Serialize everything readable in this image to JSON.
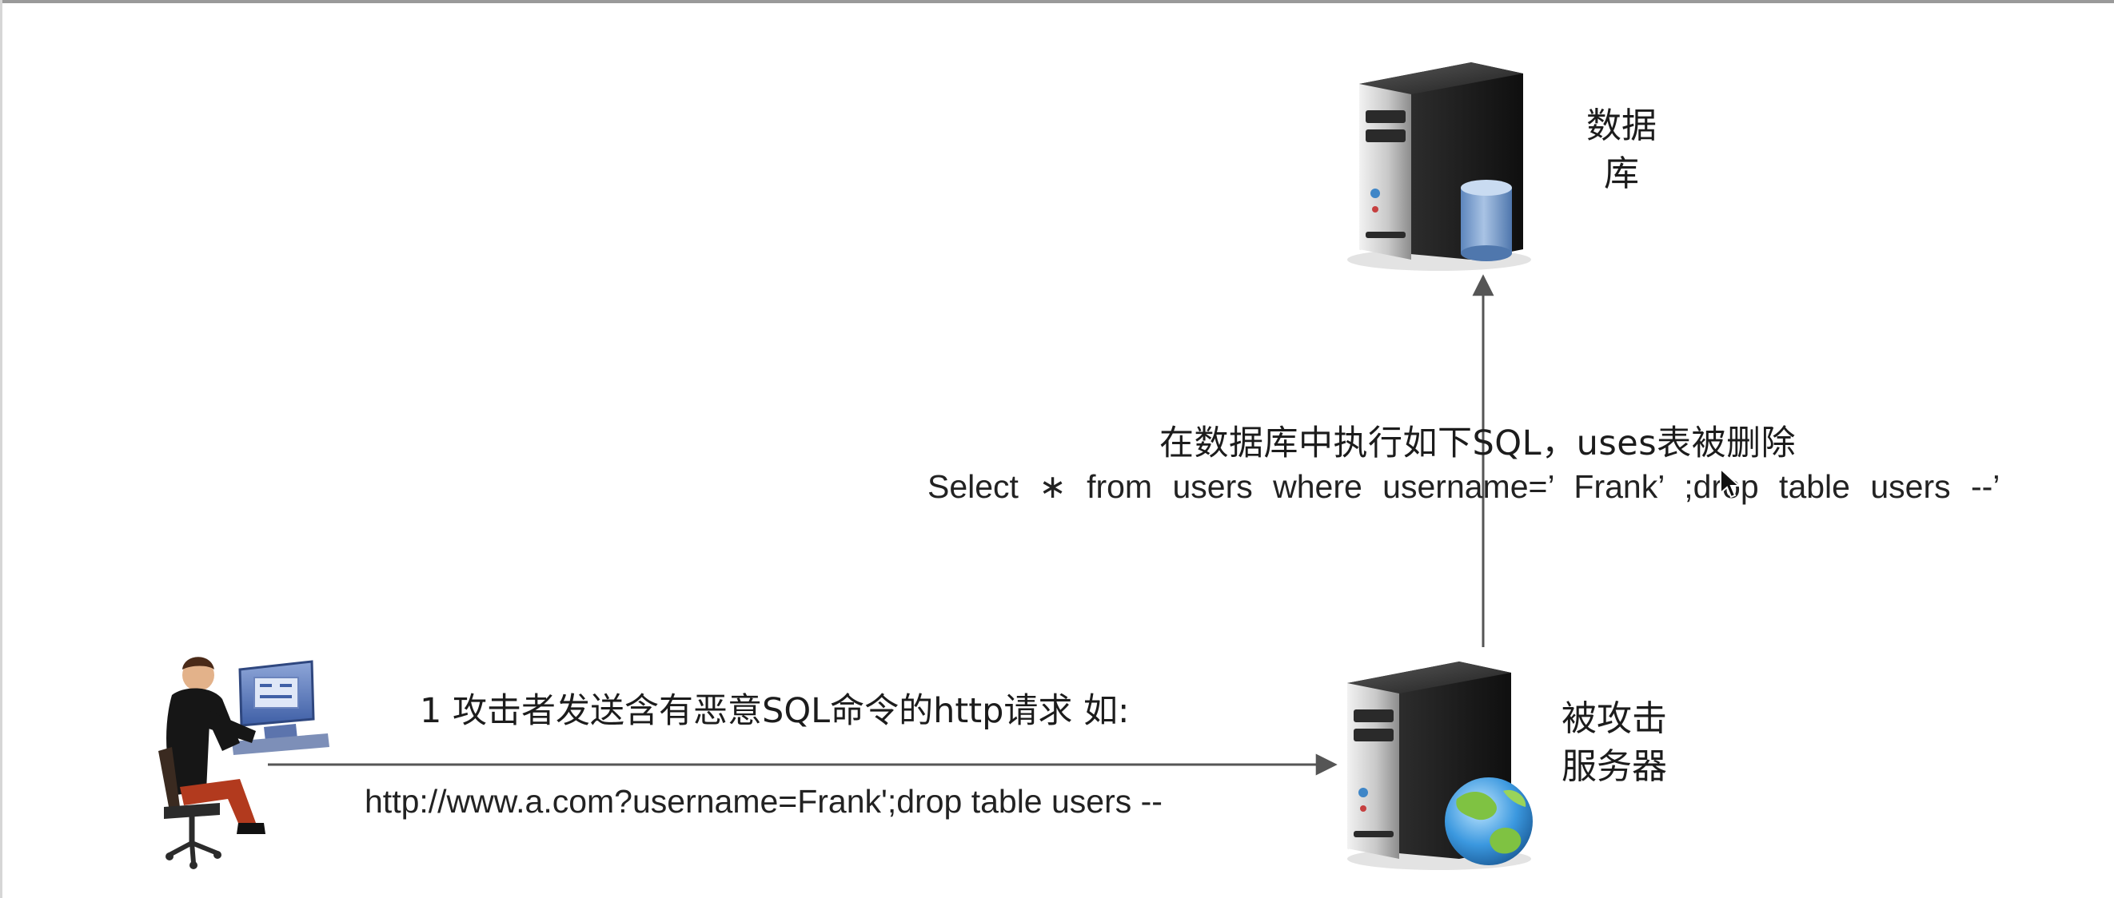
{
  "nodes": {
    "database": {
      "label_line1": "数据",
      "label_line2": "库"
    },
    "server": {
      "label_line1": "被攻击",
      "label_line2": "服务器"
    },
    "attacker": {
      "icon": "attacker-at-computer-icon"
    }
  },
  "edges": {
    "server_to_database": {
      "caption": "在数据库中执行如下SQL，uses表被删除",
      "sql": "Select ∗ from users where username=’ Frank’ ;drop table users --’"
    },
    "attacker_to_server": {
      "caption": "1  攻击者发送含有恶意SQL命令的http请求  如:",
      "url": "http://www.a.com?username=Frank';drop table users --"
    }
  },
  "colors": {
    "arrow": "#555555",
    "server_dark": "#1b1b1b",
    "server_silver": "#d9d9d9",
    "cylinder_blue": "#7ea2cf",
    "globe_green": "#7fc242",
    "globe_blue": "#2f8fd8"
  }
}
